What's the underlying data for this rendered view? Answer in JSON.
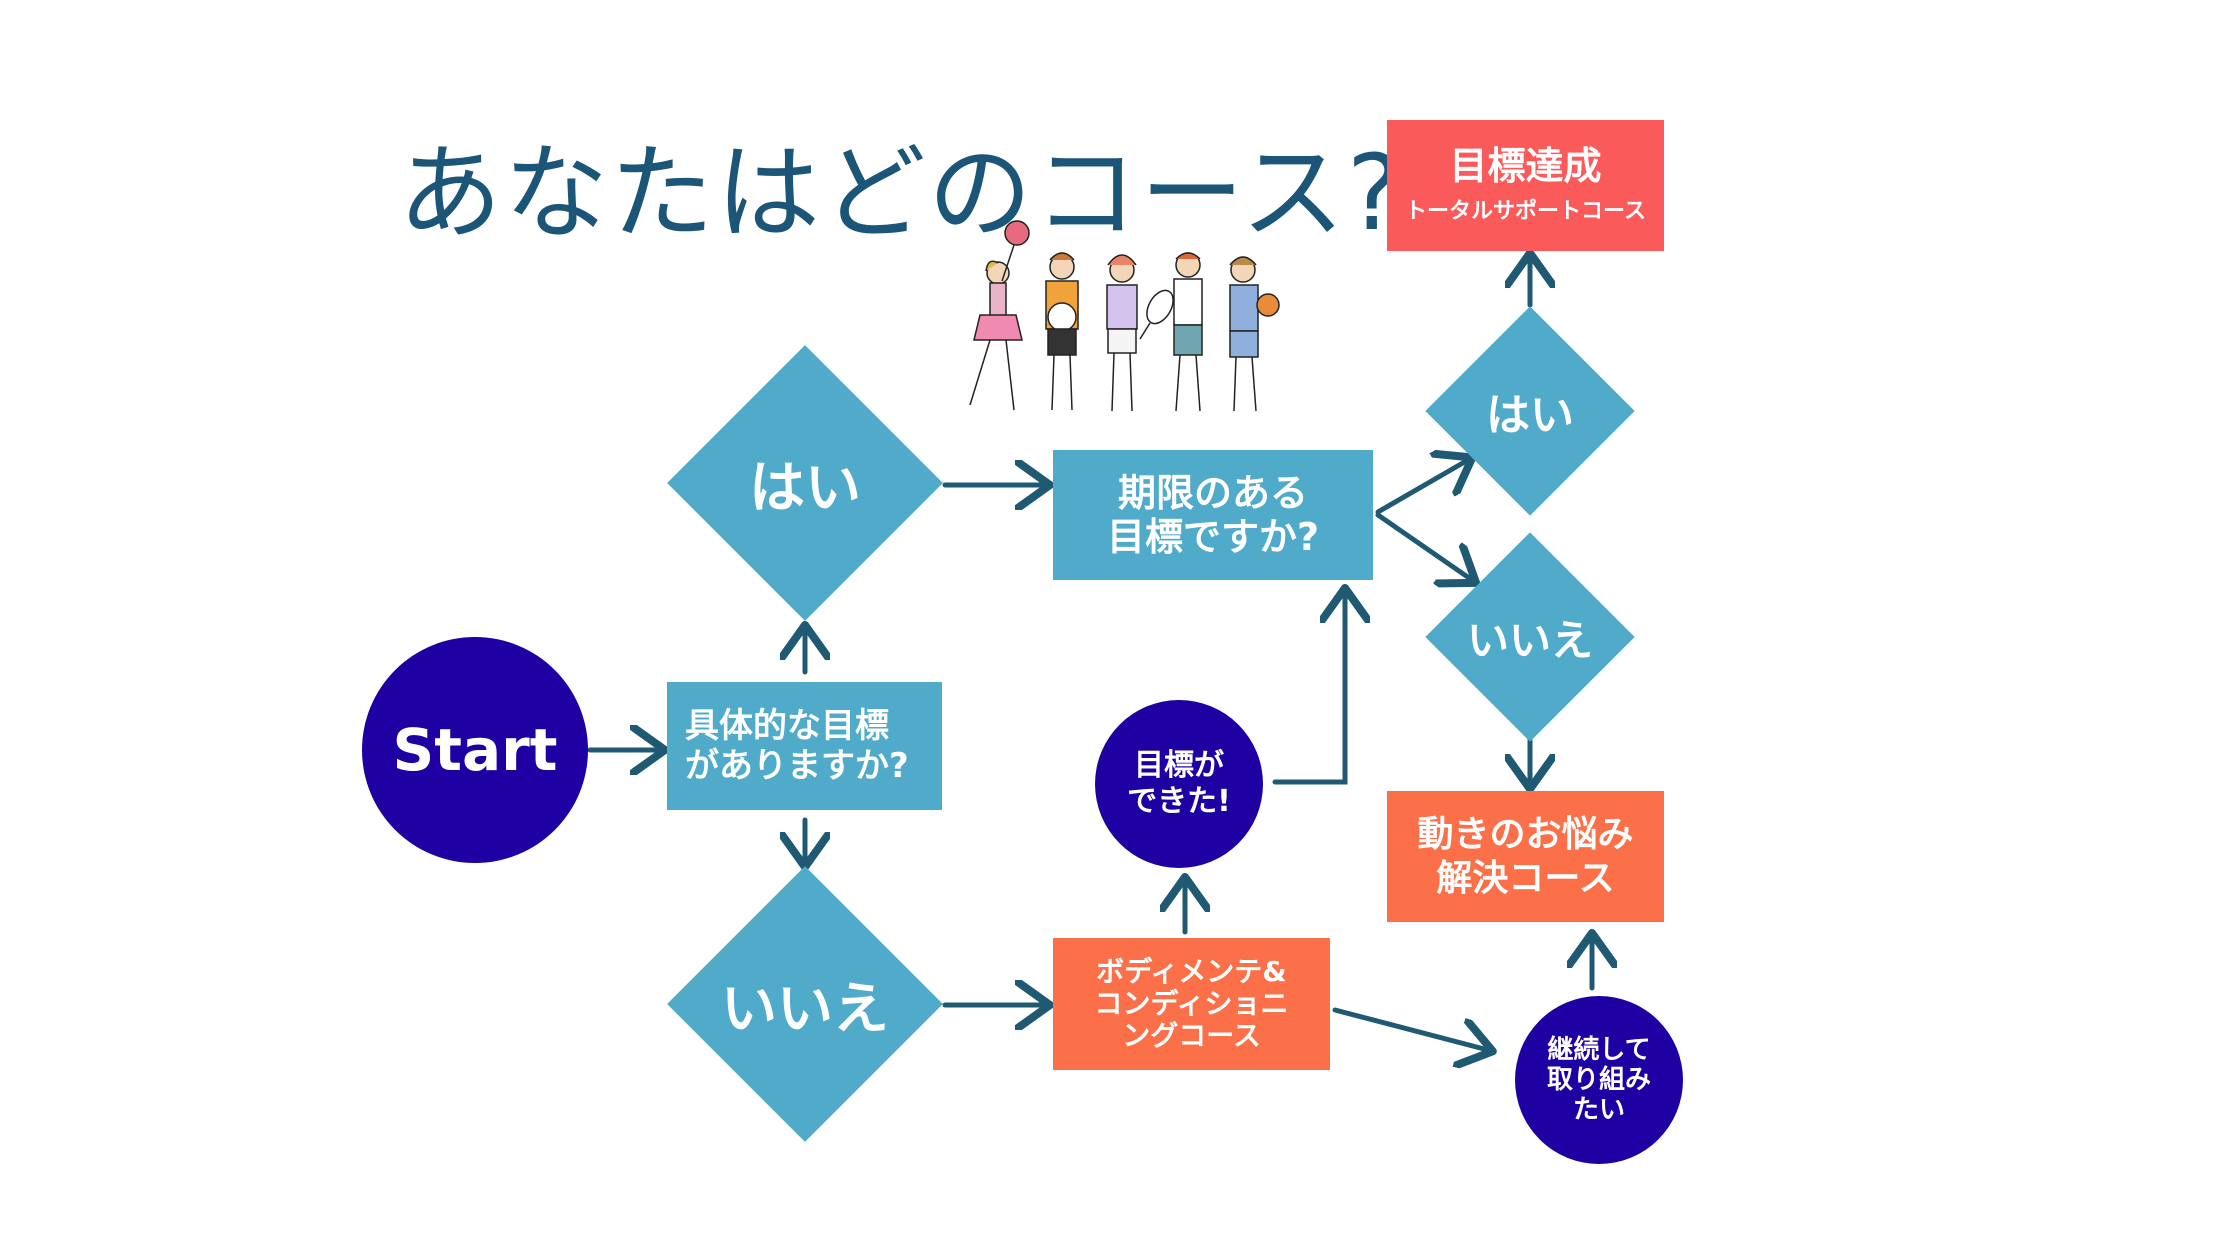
{
  "title": "あなたはどのコース?",
  "start": "Start",
  "q_goal": "具体的な目標\nがありますか?",
  "yes": "はい",
  "no": "いいえ",
  "q_deadline": "期限のある\n目標ですか?",
  "total_support_title": "目標達成",
  "total_support_sub": "トータルサポートコース",
  "movement_course": "動きのお悩み\n解決コース",
  "body_course": "ボディメンテ&\nコンディショニ\nングコース",
  "got_goal": "目標が\nできた!",
  "continue": "継続して\n取り組み\nたい",
  "colors": {
    "title": "#1b5577",
    "diamond": "#4fabc9",
    "rect_blue": "#4fabc9",
    "orange": "#fb7049",
    "red": "#fb5a5a",
    "circle": "#1e00a3",
    "arrow": "#1f5a72"
  }
}
